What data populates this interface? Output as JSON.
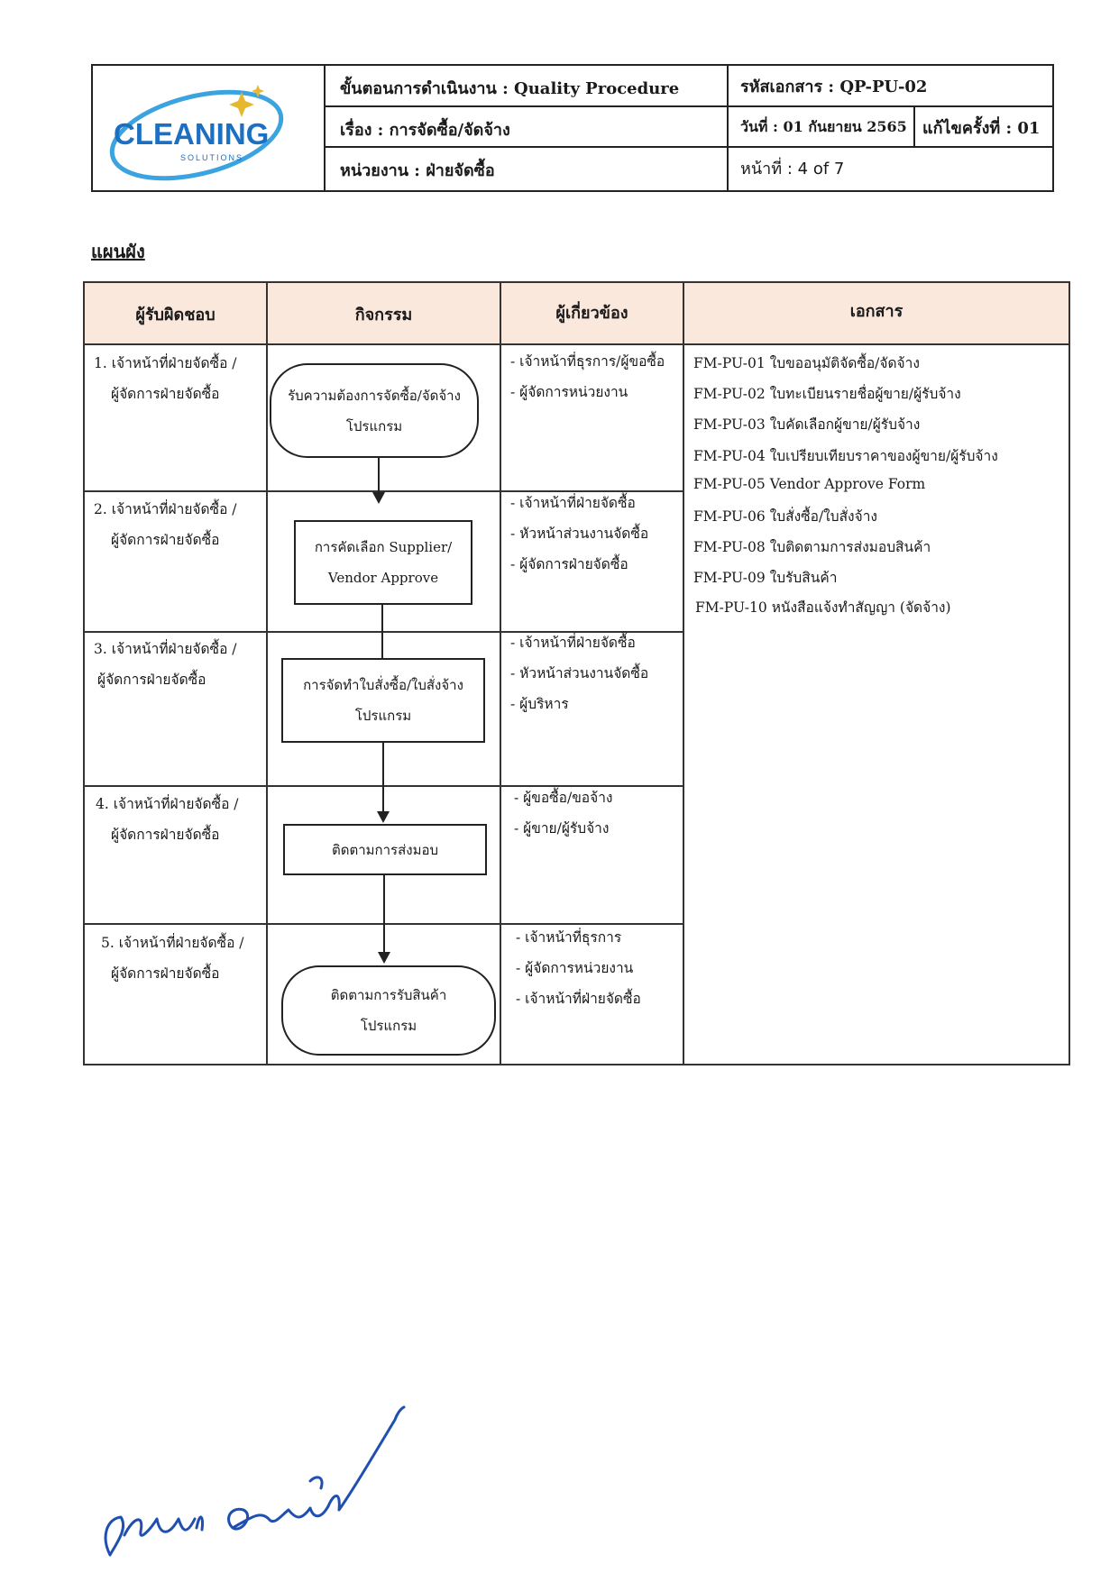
{
  "header": {
    "logo_text": "CLEANING",
    "logo_sub": "SOLUTIONS",
    "procedure": "ขั้นตอนการดำเนินงาน : Quality Procedure",
    "subject": "เรื่อง  : การจัดซื้อ/จัดจ้าง",
    "department": "หน่วยงาน : ฝ่ายจัดซื้อ",
    "doc_code": "รหัสเอกสาร : QP-PU-02",
    "date": "วันที่  : 01 กันยายน 2565",
    "revision": "แก้ไขครั้งที่ : 01",
    "page": "หน้าที่ :   4 of 7"
  },
  "section_title": "แผนผัง",
  "table": {
    "header_bg": "#fbe8dc",
    "columns": [
      "ผู้รับผิดชอบ",
      "กิจกรรม",
      "ผู้เกี่ยวข้อง",
      "เอกสาร"
    ],
    "rows": [
      {
        "responsible": [
          "1. เจ้าหน้าที่ฝ่ายจัดซื้อ /",
          "ผู้จัดการฝ่ายจัดซื้อ"
        ],
        "activity": [
          "รับความต้องการจัดซื้อ/จัดจ้าง",
          "โปรแกรม"
        ],
        "related": [
          "-  เจ้าหน้าที่ธุรการ/ผู้ขอซื้อ",
          "-  ผู้จัดการหน่วยงาน"
        ]
      },
      {
        "responsible": [
          "2. เจ้าหน้าที่ฝ่ายจัดซื้อ /",
          "ผู้จัดการฝ่ายจัดซื้อ"
        ],
        "activity": [
          "การคัดเลือก Supplier/",
          "Vendor Approve"
        ],
        "related": [
          "-  เจ้าหน้าที่ฝ่ายจัดซื้อ",
          "-  หัวหน้าส่วนงานจัดซื้อ",
          "-  ผู้จัดการฝ่ายจัดซื้อ"
        ]
      },
      {
        "responsible": [
          "3. เจ้าหน้าที่ฝ่ายจัดซื้อ  /",
          "ผู้จัดการฝ่ายจัดซื้อ"
        ],
        "activity": [
          "การจัดทำใบสั่งซื้อ/ใบสั่งจ้าง",
          "โปรแกรม"
        ],
        "related": [
          "-  เจ้าหน้าที่ฝ่ายจัดซื้อ",
          "-  หัวหน้าส่วนงานจัดซื้อ",
          "-  ผู้บริหาร"
        ]
      },
      {
        "responsible": [
          "4. เจ้าหน้าที่ฝ่ายจัดซื้อ /",
          "ผู้จัดการฝ่ายจัดซื้อ"
        ],
        "activity": [
          "ติดตามการส่งมอบ"
        ],
        "related": [
          "-  ผู้ขอซื้อ/ขอจ้าง",
          "-  ผู้ขาย/ผู้รับจ้าง"
        ]
      },
      {
        "responsible": [
          "5. เจ้าหน้าที่ฝ่ายจัดซื้อ /",
          "ผู้จัดการฝ่ายจัดซื้อ"
        ],
        "activity": [
          "ติดตามการรับสินค้า",
          "โปรแกรม"
        ],
        "related": [
          "-  เจ้าหน้าที่ธุรการ",
          "-  ผู้จัดการหน่วยงาน",
          "-  เจ้าหน้าที่ฝ่ายจัดซื้อ"
        ]
      }
    ],
    "documents": [
      "FM-PU-01  ใบขออนุมัติจัดซื้อ/จัดจ้าง",
      "FM-PU-02  ใบทะเบียนรายชื่อผู้ขาย/ผู้รับจ้าง",
      "FM-PU-03  ใบคัดเลือกผู้ขาย/ผู้รับจ้าง",
      "FM-PU-04  ใบเปรียบเทียบราคาของผู้ขาย/ผู้รับจ้าง",
      "FM-PU-05  Vendor Approve Form",
      "FM-PU-06  ใบสั่งซื้อ/ใบสั่งจ้าง",
      "FM-PU-08  ใบติดตามการส่งมอบสินค้า",
      "FM-PU-09  ใบรับสินค้า",
      "FM-PU-10  หนังสือแจ้งทำสัญญา (จัดจ้าง)"
    ]
  },
  "colors": {
    "logo_blue": "#1d6fc2",
    "logo_ring": "#3ba4e0",
    "star_gold": "#e6b830",
    "signature_blue": "#1f4fb0"
  }
}
